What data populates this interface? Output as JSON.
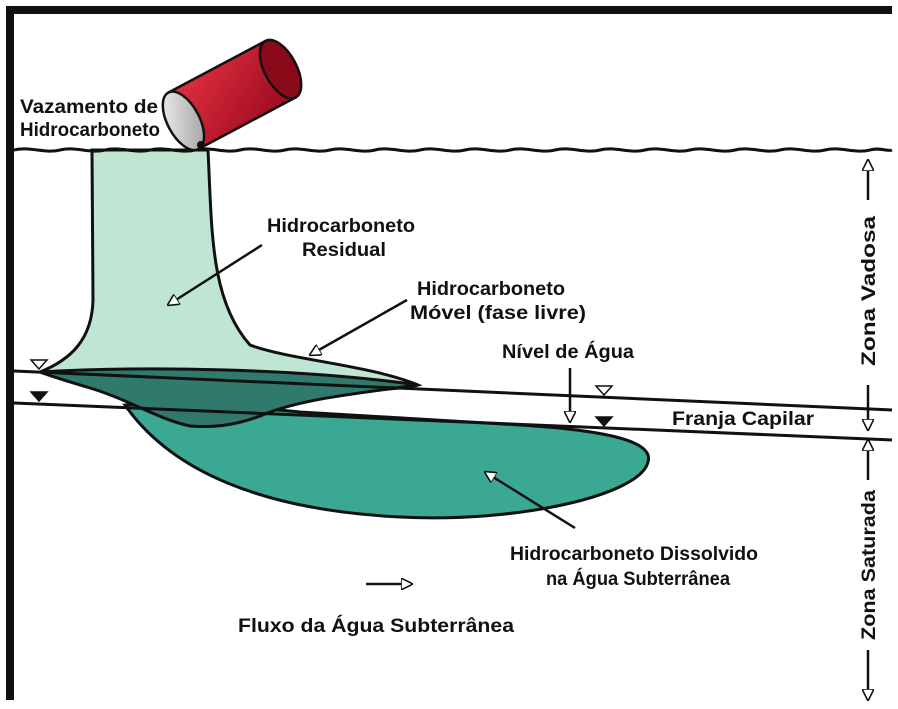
{
  "labels": {
    "spill_line1": "Vazamento de",
    "spill_line2": "Hidrocarboneto",
    "residual_line1": "Hidrocarboneto",
    "residual_line2": "Residual",
    "mobile_line1": "Hidrocarboneto",
    "mobile_line2": "Móvel (fase livre)",
    "water_level": "Nível de Água",
    "capillary_fringe": "Franja Capilar",
    "dissolved_line1": "Hidrocarboneto Dissolvido",
    "dissolved_line2": "na Água Subterrânea",
    "groundwater_flow": "Fluxo da Água Subterrânea",
    "vadose_zone": "Zona Vadosa",
    "saturated_zone": "Zona Saturada"
  },
  "colors": {
    "frame": "#111111",
    "residual_fill": "#bfe6d3",
    "mobile_fill": "#2f7a6d",
    "dissolved_fill": "#3aa892",
    "barrel_red": "#c8102e",
    "barrel_light": "#e8e8e8"
  },
  "icons": {
    "barrel": "barrel-icon",
    "water_table_marker": "triangle-down-icon",
    "arrow": "arrow-icon"
  }
}
